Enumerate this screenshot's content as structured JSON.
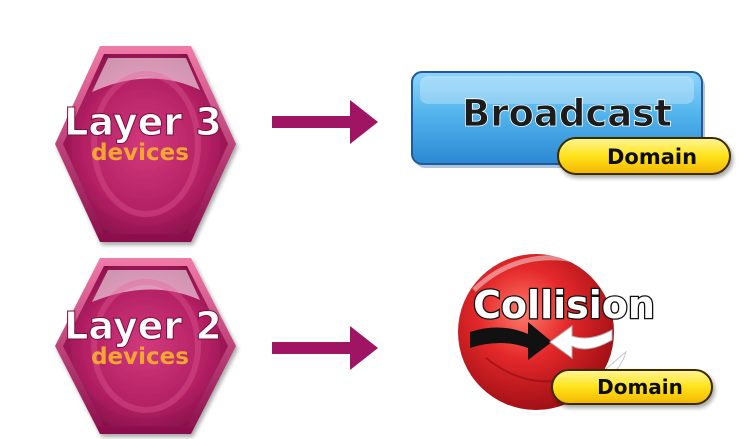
{
  "rows": [
    {
      "badge": {
        "line1": "Layer 3",
        "line2": "devices"
      },
      "target": {
        "kind": "broadcast",
        "title": "Broadcast",
        "tag": "Domain"
      }
    },
    {
      "badge": {
        "line1": "Layer 2",
        "line2": "devices"
      },
      "target": {
        "kind": "collision",
        "title": "Collision",
        "tag": "Domain"
      }
    }
  ],
  "colors": {
    "hex_dark": "#8e0d4e",
    "hex_mid": "#c8246c",
    "hex_light": "#ec6aa0",
    "devices_text": "#f4a531",
    "arrow": "#a01464",
    "broadcast_fill": "#5ab9ee",
    "broadcast_stroke": "#1e5a9c",
    "tag_fill": "#ffe11a",
    "collision_red": "#e4282a"
  },
  "icons": [
    "hexagon-badge",
    "arrow-right",
    "broadcast-box",
    "collision-ball"
  ]
}
